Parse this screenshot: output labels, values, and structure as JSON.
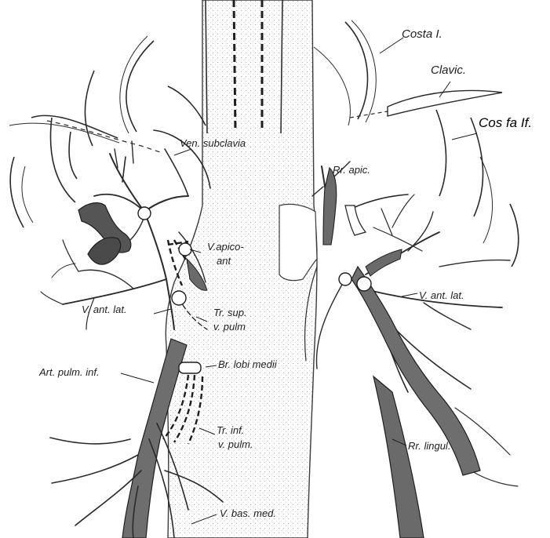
{
  "figure": {
    "labels": {
      "costa_i": "Costa I.",
      "clavic": "Clavic.",
      "costa_ii": "Cos fa If.",
      "ven_subclavia": "Ven. subclavia",
      "rr_apic": "Rr. apic.",
      "v_apicoant_1": "V.apico-",
      "v_apicoant_2": "ant",
      "v_ant_lat_right": "V. ant. lat.",
      "v_ant_lat_left": "V. ant. lat.",
      "tr_sup_1": "Tr. sup.",
      "tr_sup_2": "v. pulm",
      "br_lobi_medii": "Br. lobi medii",
      "art_pulm_inf": "Art. pulm. inf.",
      "tr_inf_1": "Tr. inf.",
      "tr_inf_2": "v. pulm.",
      "rr_lingul": "Rr. lingul.",
      "v_bas_med": "V. bas. med."
    }
  }
}
